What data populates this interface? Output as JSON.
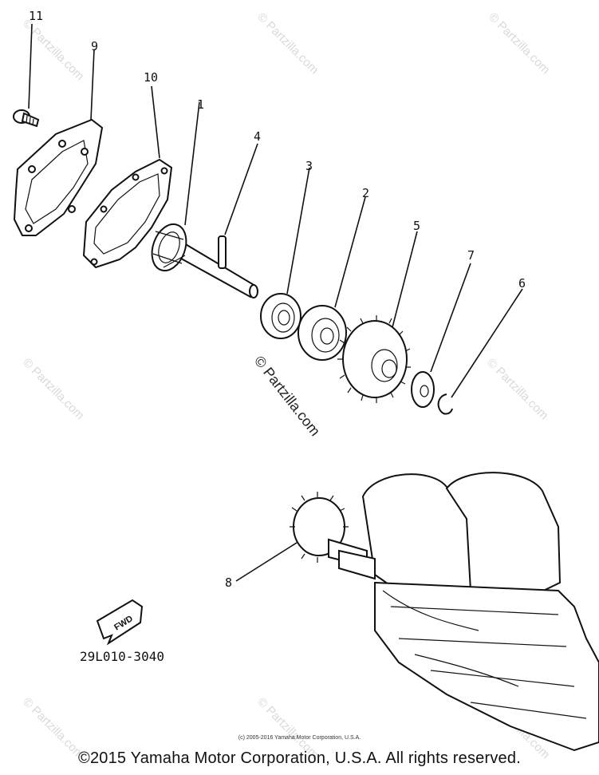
{
  "diagram": {
    "callouts": [
      {
        "id": "11",
        "label": "11"
      },
      {
        "id": "9",
        "label": "9"
      },
      {
        "id": "10",
        "label": "10"
      },
      {
        "id": "1",
        "label": "1"
      },
      {
        "id": "4",
        "label": "4"
      },
      {
        "id": "3",
        "label": "3"
      },
      {
        "id": "2",
        "label": "2"
      },
      {
        "id": "5",
        "label": "5"
      },
      {
        "id": "7",
        "label": "7"
      },
      {
        "id": "6",
        "label": "6"
      },
      {
        "id": "8",
        "label": "8"
      }
    ],
    "fwd_label": "FWD",
    "reference_code": "29L010-3040",
    "watermark": "© Partzilla.com"
  },
  "footer": {
    "small_copyright": "(c) 2005-2016 Yamaha Motor Corporation, U.S.A.",
    "copyright": "©2015 Yamaha Motor Corporation, U.S.A. All rights reserved."
  }
}
